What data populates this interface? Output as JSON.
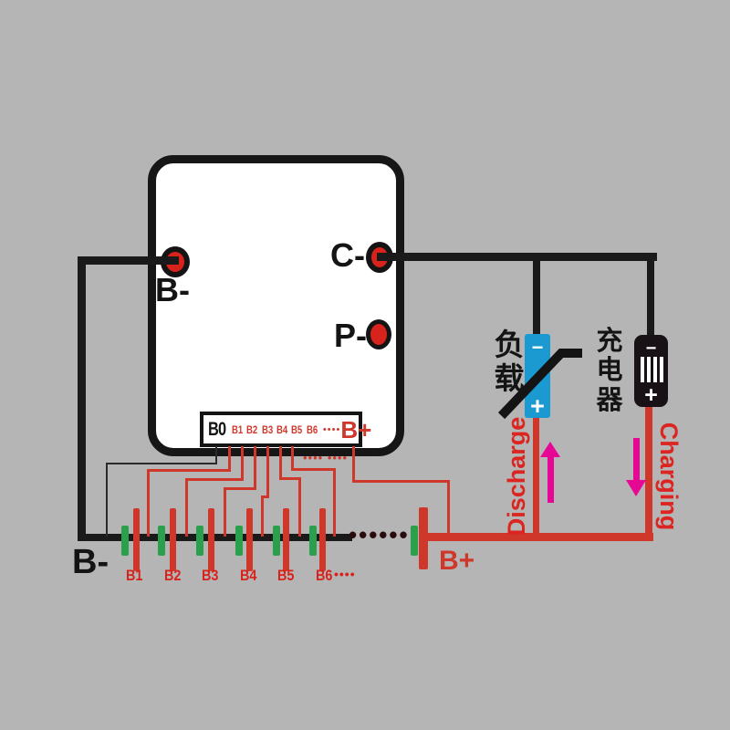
{
  "board": {
    "terminal_b_minus": "B-",
    "terminal_c_minus": "C-",
    "terminal_p_minus": "P-",
    "connector": {
      "pin_b0": "B0",
      "balance_pins": [
        "B1",
        "B2",
        "B3",
        "B4",
        "B5",
        "B6"
      ],
      "ellipsis": "••••",
      "pin_b_plus": "B+"
    }
  },
  "battery_pack": {
    "cell_labels": [
      "B1",
      "B2",
      "B3",
      "B4",
      "B5",
      "B6"
    ],
    "cell_ellipsis": "••••",
    "series_ellipsis": "••••••",
    "balance_ellipsis": "•••• ••••",
    "pack_negative": "B-",
    "pack_positive": "B+"
  },
  "load": {
    "label_cn": "负载",
    "minus": "−",
    "plus": "+",
    "flow_label": "Discharge"
  },
  "charger": {
    "label_cn": "充电器",
    "minus": "−",
    "plus": "+",
    "flow_label": "Charging"
  },
  "colors": {
    "background": "#b5b5b5",
    "wire_black": "#1a1a1a",
    "wire_red": "#d0372b",
    "terminal_red": "#d8231d",
    "cell_green": "#2aa04c",
    "load_blue": "#1b9ad2",
    "charger_black": "#181115",
    "arrow_magenta": "#e60895",
    "label_red": "#dc2420"
  }
}
